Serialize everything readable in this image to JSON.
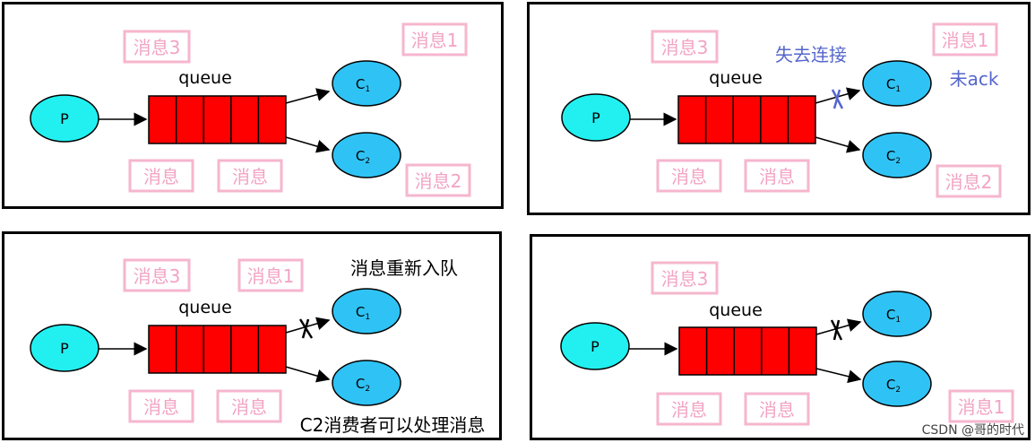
{
  "labels": {
    "queue": "queue",
    "producer": "P",
    "c1_main": "C",
    "c1_sub": "1",
    "c2_main": "C",
    "c2_sub": "2",
    "msg": "消息",
    "msg1": "消息1",
    "msg2": "消息2",
    "msg3": "消息3"
  },
  "annotations": {
    "lost_connection": "失去连接",
    "not_ack": "未ack",
    "requeue": "消息重新入队",
    "c2_can_process": "C2消费者可以处理消息"
  },
  "watermark": "CSDN @哥的时代",
  "colors": {
    "producer": "#22f0f0",
    "consumer": "#2fc3f5",
    "queue": "#ff0000",
    "tag_text": "#f2a3c3",
    "tag_border": "#f6b6ce",
    "annotation_blue": "#5566cc"
  }
}
